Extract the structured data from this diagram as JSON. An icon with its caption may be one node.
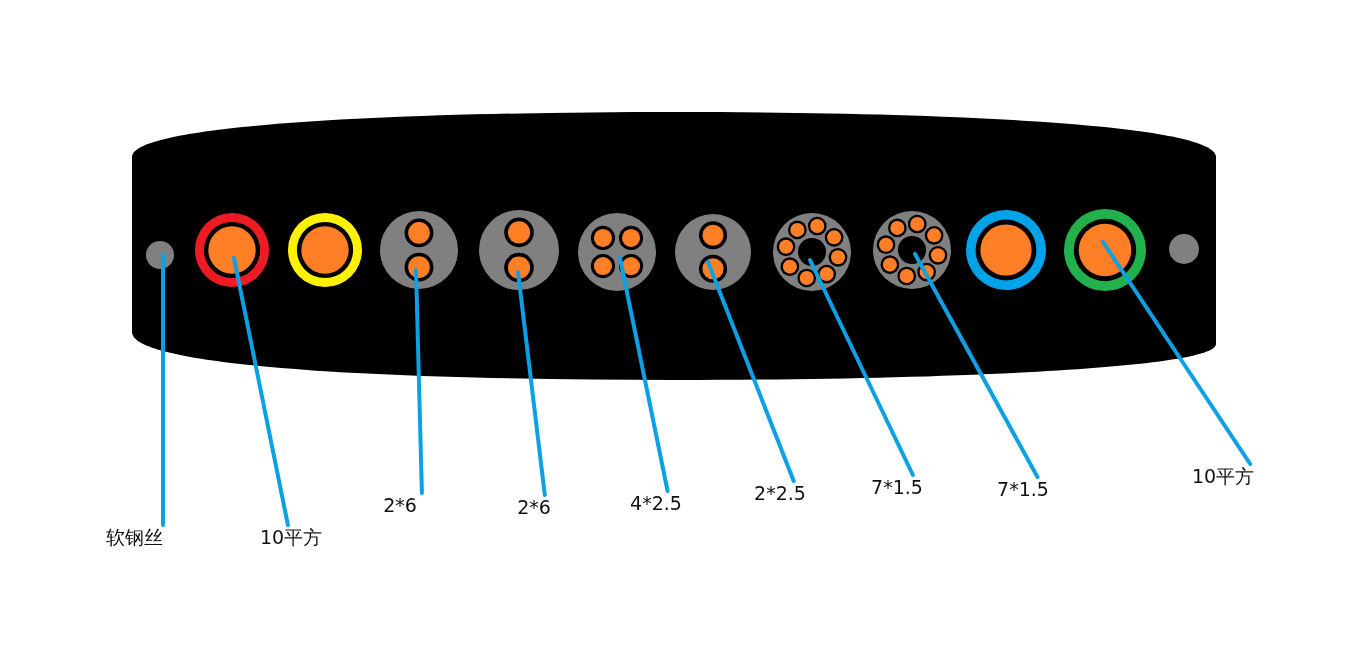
{
  "diagram": {
    "nodes": [
      {
        "text": [],
        "shape": "box"
      },
      {
        "text": [],
        "shape": "circle",
        "in": 0
      },
      {
        "text": [],
        "shape": "circle",
        "in": 0
      },
      {
        "text": [],
        "shape": "circle",
        "in": 0
      },
      {
        "text": [],
        "shape": "circle",
        "in": 0
      },
      {
        "text": [],
        "shape": "circle",
        "in": 0
      },
      {
        "text": [],
        "shape": "circle",
        "in": 0
      },
      {
        "text": [],
        "shape": "circle",
        "in": 0
      },
      {
        "text": [],
        "shape": "circle",
        "in": 0
      },
      {
        "text": [],
        "shape": "circle",
        "in": 0
      },
      {
        "text": [],
        "shape": "circle",
        "in": 0
      },
      {
        "text": [],
        "shape": "circle",
        "in": 0
      },
      {
        "text": [],
        "shape": "circle",
        "in": 0
      },
      {
        "text": [
          "软钢丝"
        ]
      },
      {
        "text": [
          "10平方"
        ]
      },
      {
        "text": [
          "2*6"
        ]
      },
      {
        "text": [
          "2*6"
        ]
      },
      {
        "text": [
          "4*2.5"
        ]
      },
      {
        "text": [
          "2*2.5"
        ]
      },
      {
        "text": [
          "7*1.5"
        ]
      },
      {
        "text": [
          "7*1.5"
        ]
      },
      {
        "text": [
          "10平方"
        ]
      }
    ],
    "edges": [
      {
        "from": 13,
        "to": 1,
        "arrow": "none"
      },
      {
        "from": 14,
        "to": 2,
        "arrow": "none"
      },
      {
        "from": 15,
        "to": 4,
        "arrow": "none"
      },
      {
        "from": 16,
        "to": 5,
        "arrow": "none"
      },
      {
        "from": 17,
        "to": 6,
        "arrow": "none"
      },
      {
        "from": 18,
        "to": 7,
        "arrow": "none"
      },
      {
        "from": 19,
        "to": 8,
        "arrow": "none"
      },
      {
        "from": 20,
        "to": 9,
        "arrow": "none"
      },
      {
        "from": 21,
        "to": 11,
        "arrow": "none"
      }
    ]
  }
}
